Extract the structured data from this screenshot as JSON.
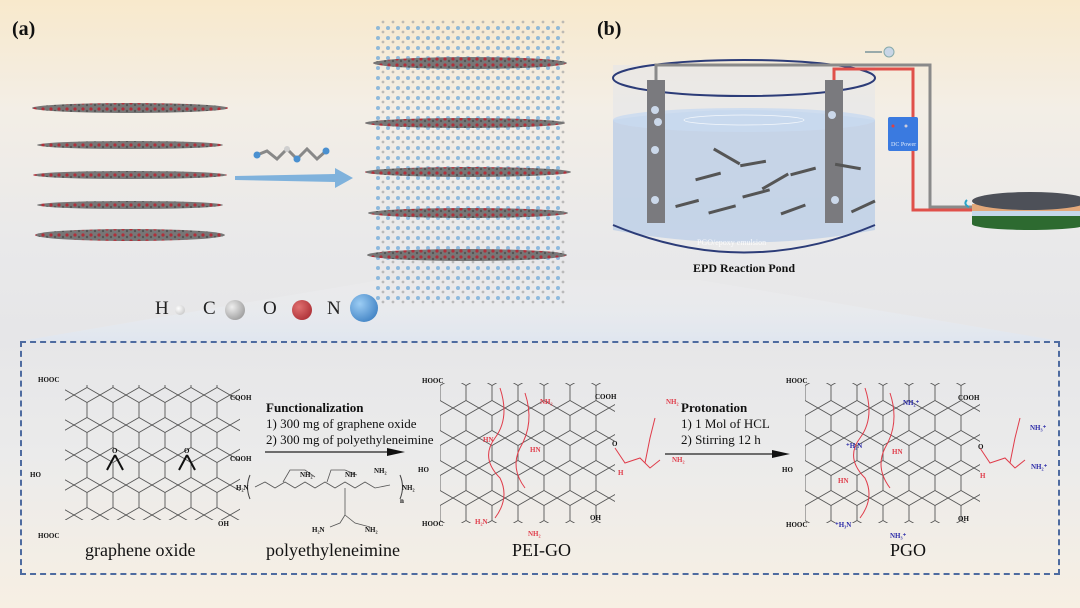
{
  "panels": {
    "a": {
      "label": "(a)",
      "legend": [
        {
          "symbol": "H",
          "color": "#e8e8e8"
        },
        {
          "symbol": "C",
          "color": "#9a9a9a"
        },
        {
          "symbol": "O",
          "color": "#b0303a"
        },
        {
          "symbol": "N",
          "color": "#4a90d0"
        }
      ]
    },
    "b": {
      "label": "(b)",
      "pond_caption": "EPD Reaction Pond",
      "emulsion_label": "PGO/epoxy emulsion",
      "power_label": "DC Power",
      "colors": {
        "positive_wire": "#e0504a",
        "negative_wire": "#8a8a8a",
        "power_box": "#3a7ae0",
        "electrolyte": "#a9c3e6"
      }
    }
  },
  "scheme": {
    "molecules": [
      {
        "name": "graphene oxide"
      },
      {
        "name": "polyethyleneimine"
      },
      {
        "name": "PEI-GO"
      },
      {
        "name": "PGO"
      }
    ],
    "steps": [
      {
        "title": "Functionalization",
        "lines": [
          "1) 300 mg of graphene oxide",
          "2) 300 mg of polyethyleneimine"
        ]
      },
      {
        "title": "Protonation",
        "lines": [
          "1) 1 Mol of HCL",
          "2) Stirring 12 h"
        ]
      }
    ],
    "groups": {
      "hooc": "HOOC",
      "cooh": "COOH",
      "ho": "HO",
      "oh": "OH",
      "o": "O",
      "nh2": "NH₂",
      "h2n": "H₂N",
      "hn": "HN",
      "nh": "NH",
      "n": "N",
      "h": "H",
      "n_sub": "n",
      "nh3p": "NH₃⁺",
      "h3np": "⁺H₃N",
      "nh2p": "NH₂⁺",
      "h2np": "⁺H₂N"
    },
    "colors": {
      "pei": "#e03c4a",
      "protonated": "#2a2aa8",
      "box_border": "#4e6ba0"
    }
  }
}
